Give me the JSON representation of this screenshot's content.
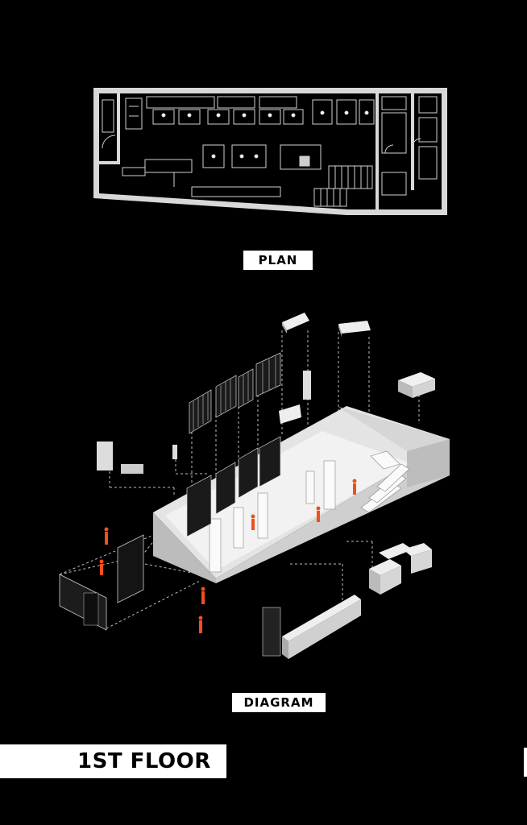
{
  "labels": {
    "plan": "PLAN",
    "diagram": "DIAGRAM",
    "floor": "1ST FLOOR"
  },
  "colors": {
    "background": "#000000",
    "linework": "#ffffff",
    "model": "#e6e6e6",
    "figures": "#f0501e"
  }
}
